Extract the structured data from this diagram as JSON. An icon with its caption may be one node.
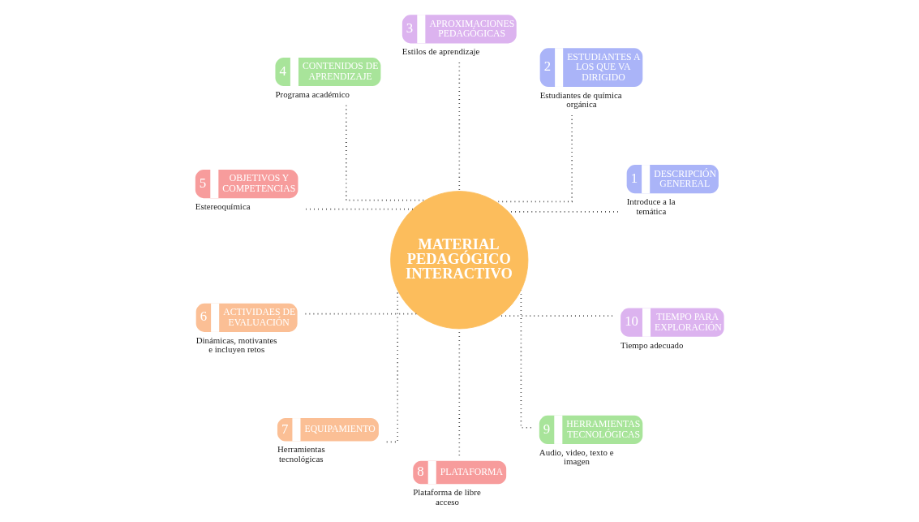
{
  "diagram": {
    "nodes": [
      {
        "text": [
          "MATERIAL PEDAGÓGICO INTERACTIVO"
        ]
      },
      {
        "text": [
          "1",
          "DESCRIPCIÓN GENEREAL"
        ],
        "beside": [
          "Introduce a la temática"
        ]
      },
      {
        "text": [
          "2",
          "ESTUDIANTES A LOS QUE VA DIRIGIDO"
        ],
        "beside": [
          "Estudiantes de química orgánica"
        ]
      },
      {
        "text": [
          "3",
          "APROXIMACIONES PEDAGÓGICAS"
        ],
        "beside": [
          "Estilos de aprendizaje"
        ]
      },
      {
        "text": [
          "4",
          "CONTENIDOS DE APRENDIZAJE"
        ],
        "beside": [
          "Programa académico"
        ]
      },
      {
        "text": [
          "5",
          "OBJETIVOS Y COMPETENCIAS"
        ],
        "beside": [
          "Estereoquímica"
        ]
      },
      {
        "text": [
          "6",
          "ACTIVIDAES DE EVALUACIÓN"
        ],
        "beside": [
          "Dinámicas, motivantes e incluyen retos"
        ]
      },
      {
        "text": [
          "7",
          "EQUIPAMIENTO"
        ],
        "beside": [
          "Herramientas tecnológicas"
        ]
      },
      {
        "text": [
          "8",
          "PLATAFORMA"
        ],
        "beside": [
          "Plataforma de libre acceso"
        ]
      },
      {
        "text": [
          "9",
          "HERRAMIENTAS TECNOLÓGICAS"
        ],
        "beside": [
          "Audio, video, texto e imagen"
        ]
      },
      {
        "text": [
          "10",
          "TIEMPO PARA EXPLORACIÓN"
        ],
        "beside": [
          "Tiempo adecuado"
        ]
      }
    ],
    "edges": [
      {
        "from": 1,
        "to": 0,
        "arrow": "none",
        "style": "dashed"
      },
      {
        "from": 2,
        "to": 0,
        "arrow": "none",
        "style": "dashed"
      },
      {
        "from": 3,
        "to": 0,
        "arrow": "none",
        "style": "dashed"
      },
      {
        "from": 4,
        "to": 0,
        "arrow": "none",
        "style": "dashed"
      },
      {
        "from": 5,
        "to": 0,
        "arrow": "none",
        "style": "dashed"
      },
      {
        "from": 6,
        "to": 0,
        "arrow": "none",
        "style": "dashed"
      },
      {
        "from": 7,
        "to": 0,
        "arrow": "none",
        "style": "dashed"
      },
      {
        "from": 8,
        "to": 0,
        "arrow": "none",
        "style": "dashed"
      },
      {
        "from": 9,
        "to": 0,
        "arrow": "none",
        "style": "dashed"
      },
      {
        "from": 10,
        "to": 0,
        "arrow": "none",
        "style": "dashed"
      }
    ]
  }
}
